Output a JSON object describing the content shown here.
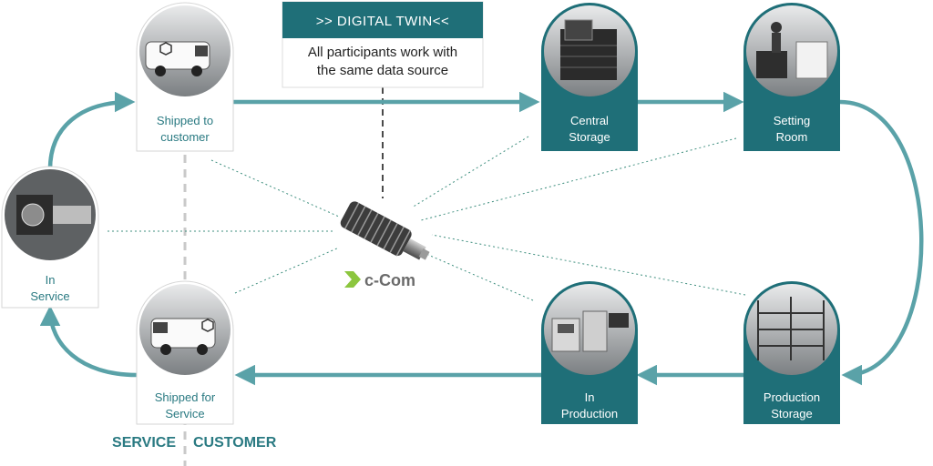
{
  "digital_twin": {
    "title": ">> DIGITAL TWIN<<",
    "subtitle_line1": "All participants work with",
    "subtitle_line2": "the same data source"
  },
  "nodes": {
    "shipped_to_customer": {
      "line1": "Shipped to",
      "line2": "customer"
    },
    "central_storage": {
      "line1": "Central",
      "line2": "Storage"
    },
    "setting_room": {
      "line1": "Setting",
      "line2": "Room"
    },
    "in_service": {
      "line1": "In",
      "line2": "Service"
    },
    "shipped_for_service": {
      "line1": "Shipped for",
      "line2": "Service"
    },
    "in_production": {
      "line1": "In",
      "line2": "Production"
    },
    "production_storage": {
      "line1": "Production",
      "line2": "Storage"
    }
  },
  "center_logo": {
    "text": "c-Com"
  },
  "legend": {
    "left": "SERVICE",
    "separator": "|",
    "right": "CUSTOMER"
  },
  "colors": {
    "teal": "#1f6f78",
    "arrow": "#5aa2a8",
    "dotted": "#3f8f7f",
    "logo_green": "#8cc63f"
  }
}
